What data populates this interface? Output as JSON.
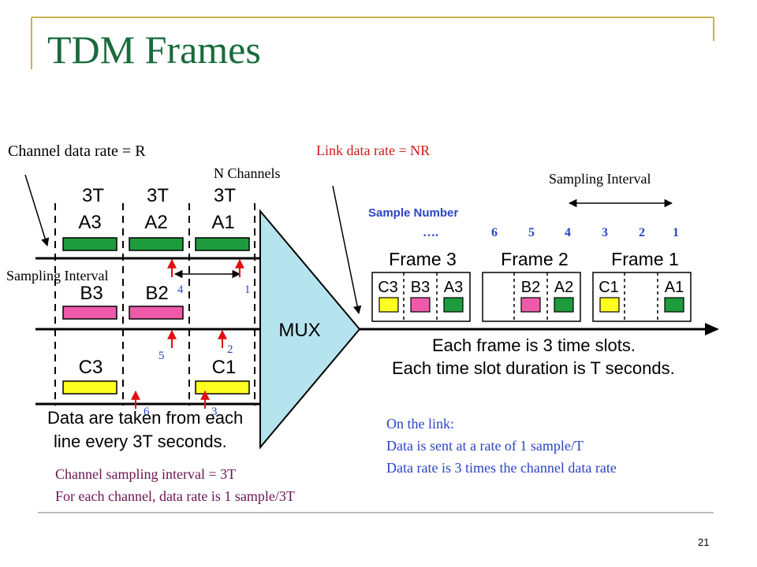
{
  "slide": {
    "title": "TDM Frames",
    "page_number": "21"
  },
  "colors": {
    "title": "#1a6a3b",
    "frame_rule": "#c8b250",
    "mux_fill": "#b5e4ef",
    "channel_a": "#1e9b3c",
    "channel_b": "#ef5aa8",
    "channel_c": "#ffff22",
    "pointer": "#e01010",
    "label_red": "#cc1a1a",
    "label_blue": "#2a44c4",
    "label_plum": "#6b1252"
  },
  "annotations": {
    "channel_rate": "Channel data rate = R",
    "n_channels": "N Channels",
    "link_rate": "Link data rate = NR",
    "sampling_interval_right": "Sampling Interval",
    "sampling_interval_left": "Sampling Interval",
    "sample_number_label": "Sample Number",
    "sample_numbers": [
      "….",
      "6",
      "5",
      "4",
      "3",
      "2",
      "1"
    ],
    "channel_sampling_1": "Channel sampling interval = 3T",
    "channel_sampling_2": "For each channel, data rate is 1 sample/3T",
    "link_1": "On the link:",
    "link_2": "Data is sent at a rate of  1 sample/T",
    "link_3": "Data rate is 3 times the channel data rate"
  },
  "diagram": {
    "column_headers": [
      "3T",
      "3T",
      "3T"
    ],
    "channel_a_labels": [
      "A3",
      "A2",
      "A1"
    ],
    "channel_b_labels": [
      "B3",
      "B2"
    ],
    "channel_c_labels": [
      "C3",
      "C1"
    ],
    "mux_label": "MUX",
    "sample_markers": [
      "4",
      "1",
      "5",
      "2",
      "6",
      "3"
    ],
    "frame_titles": [
      "Frame 3",
      "Frame 2",
      "Frame 1"
    ],
    "frame3_slots": [
      "C3",
      "B3",
      "A3"
    ],
    "frame2_slots": [
      "",
      "B2",
      "A2"
    ],
    "frame1_slots": [
      "C1",
      "",
      "A1"
    ],
    "caption_left_1": "Data are taken from each",
    "caption_left_2": "line every 3T seconds.",
    "caption_right_1": "Each frame is 3 time slots.",
    "caption_right_2": "Each time slot duration is T seconds."
  }
}
